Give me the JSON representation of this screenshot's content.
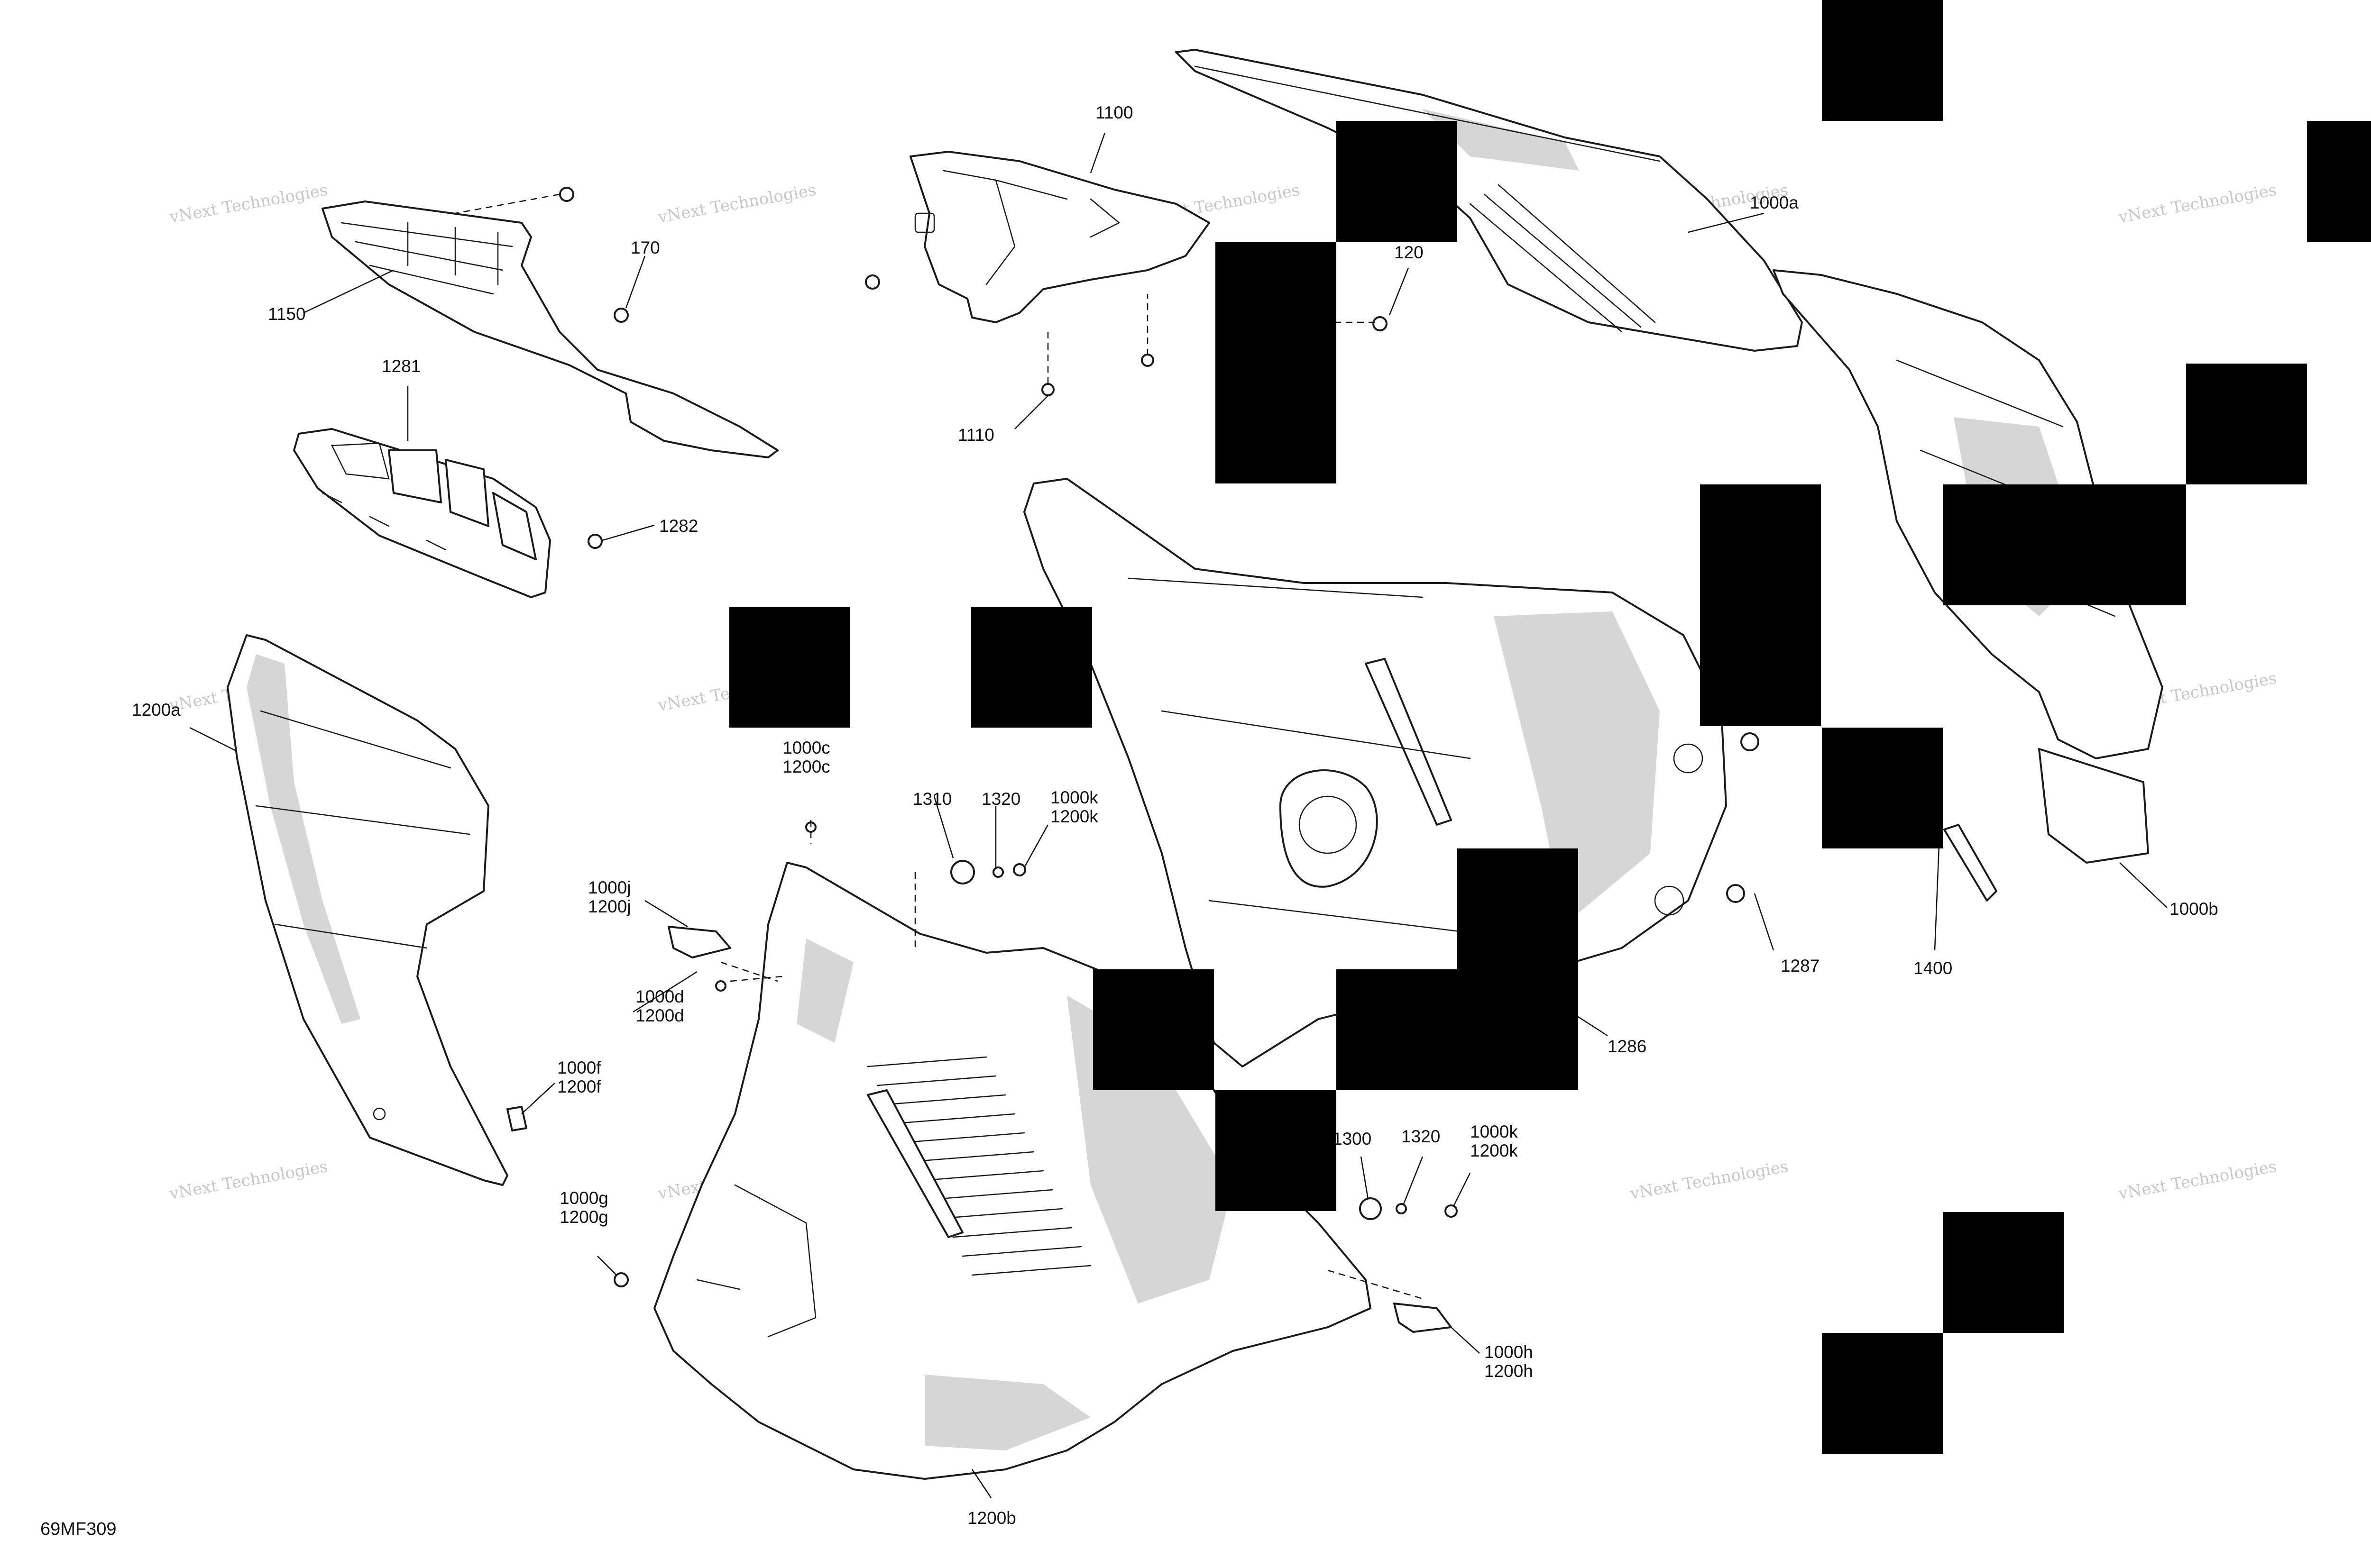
{
  "figure_code": "69MF309",
  "watermark": {
    "line1": "vNext Technologies",
    "line2": "vNext",
    "line3": "Technologies"
  },
  "callouts": {
    "c1100": "1100",
    "c1000a": "1000a",
    "c120": "120",
    "c170": "170",
    "c1150": "1150",
    "c1110": "1110",
    "c1281": "1281",
    "c1282": "1282",
    "c1200a": "1200a",
    "c1000c": "1000c",
    "c1200c": "1200c",
    "c1310": "1310",
    "c1320a": "1320",
    "c1000k_a": "1000k",
    "c1200k_a": "1200k",
    "c1000j": "1000j",
    "c1200j": "1200j",
    "c1000d": "1000d",
    "c1200d": "1200d",
    "c1000f": "1000f",
    "c1200f": "1200f",
    "c1000g": "1000g",
    "c1200g": "1200g",
    "c1287": "1287",
    "c1400": "1400",
    "c1000b": "1000b",
    "c1286": "1286",
    "c1300": "1300",
    "c1320b": "1320",
    "c1000k_b": "1000k",
    "c1200k_b": "1200k",
    "c1000h": "1000h",
    "c1200h": "1200h",
    "c1200b": "1200b"
  }
}
